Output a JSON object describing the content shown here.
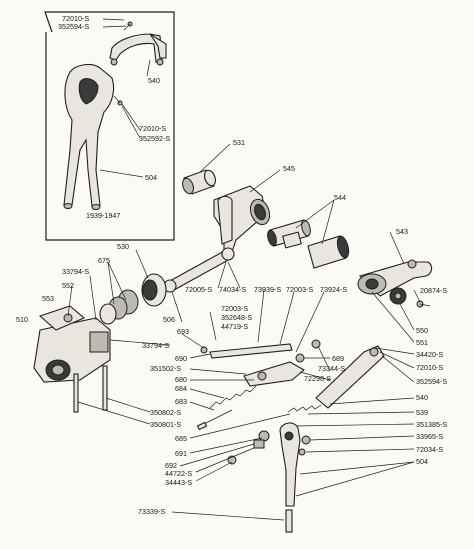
{
  "inset_caption": "1939-1947",
  "labels": [
    {
      "id": "l1",
      "text": "72010-S"
    },
    {
      "id": "l2",
      "text": "352594-S"
    },
    {
      "id": "l3",
      "text": "540"
    },
    {
      "id": "l4",
      "text": "72010-S"
    },
    {
      "id": "l5",
      "text": "352592-S"
    },
    {
      "id": "l6",
      "text": "504"
    },
    {
      "id": "l7",
      "text": "531"
    },
    {
      "id": "l8",
      "text": "545"
    },
    {
      "id": "l9",
      "text": "544"
    },
    {
      "id": "l10",
      "text": "543"
    },
    {
      "id": "l11",
      "text": "530"
    },
    {
      "id": "l12",
      "text": "675"
    },
    {
      "id": "l13",
      "text": "33794-S"
    },
    {
      "id": "l14",
      "text": "552"
    },
    {
      "id": "l15",
      "text": "553"
    },
    {
      "id": "l16",
      "text": "510"
    },
    {
      "id": "l17",
      "text": "72005-S"
    },
    {
      "id": "l18",
      "text": "74034-S"
    },
    {
      "id": "l19",
      "text": "73939-S"
    },
    {
      "id": "l20",
      "text": "72003-S"
    },
    {
      "id": "l21",
      "text": "73924-S"
    },
    {
      "id": "l22",
      "text": "72003-S"
    },
    {
      "id": "l23",
      "text": "352648-S"
    },
    {
      "id": "l24",
      "text": "44719-S"
    },
    {
      "id": "l25",
      "text": "506"
    },
    {
      "id": "l26",
      "text": "693"
    },
    {
      "id": "l27",
      "text": "33794-S"
    },
    {
      "id": "l28",
      "text": "20874-S"
    },
    {
      "id": "l29",
      "text": "550"
    },
    {
      "id": "l30",
      "text": "551"
    },
    {
      "id": "l31",
      "text": "34420-S"
    },
    {
      "id": "l32",
      "text": "72010-S"
    },
    {
      "id": "l33",
      "text": "352594-S"
    },
    {
      "id": "l34",
      "text": "540"
    },
    {
      "id": "l35",
      "text": "689"
    },
    {
      "id": "l36",
      "text": "73344-S"
    },
    {
      "id": "l37",
      "text": "72298-S"
    },
    {
      "id": "l38",
      "text": "690"
    },
    {
      "id": "l39",
      "text": "351502-S"
    },
    {
      "id": "l40",
      "text": "680"
    },
    {
      "id": "l41",
      "text": "684"
    },
    {
      "id": "l42",
      "text": "683"
    },
    {
      "id": "l43",
      "text": "350802-S"
    },
    {
      "id": "l44",
      "text": "350801-S"
    },
    {
      "id": "l45",
      "text": "685"
    },
    {
      "id": "l46",
      "text": "691"
    },
    {
      "id": "l47",
      "text": "692"
    },
    {
      "id": "l48",
      "text": "44722-S"
    },
    {
      "id": "l49",
      "text": "34443-S"
    },
    {
      "id": "l50",
      "text": "539"
    },
    {
      "id": "l51",
      "text": "351385-S"
    },
    {
      "id": "l52",
      "text": "33965-S"
    },
    {
      "id": "l53",
      "text": "72034-S"
    },
    {
      "id": "l54",
      "text": "504"
    },
    {
      "id": "l55",
      "text": "73339-S"
    }
  ]
}
